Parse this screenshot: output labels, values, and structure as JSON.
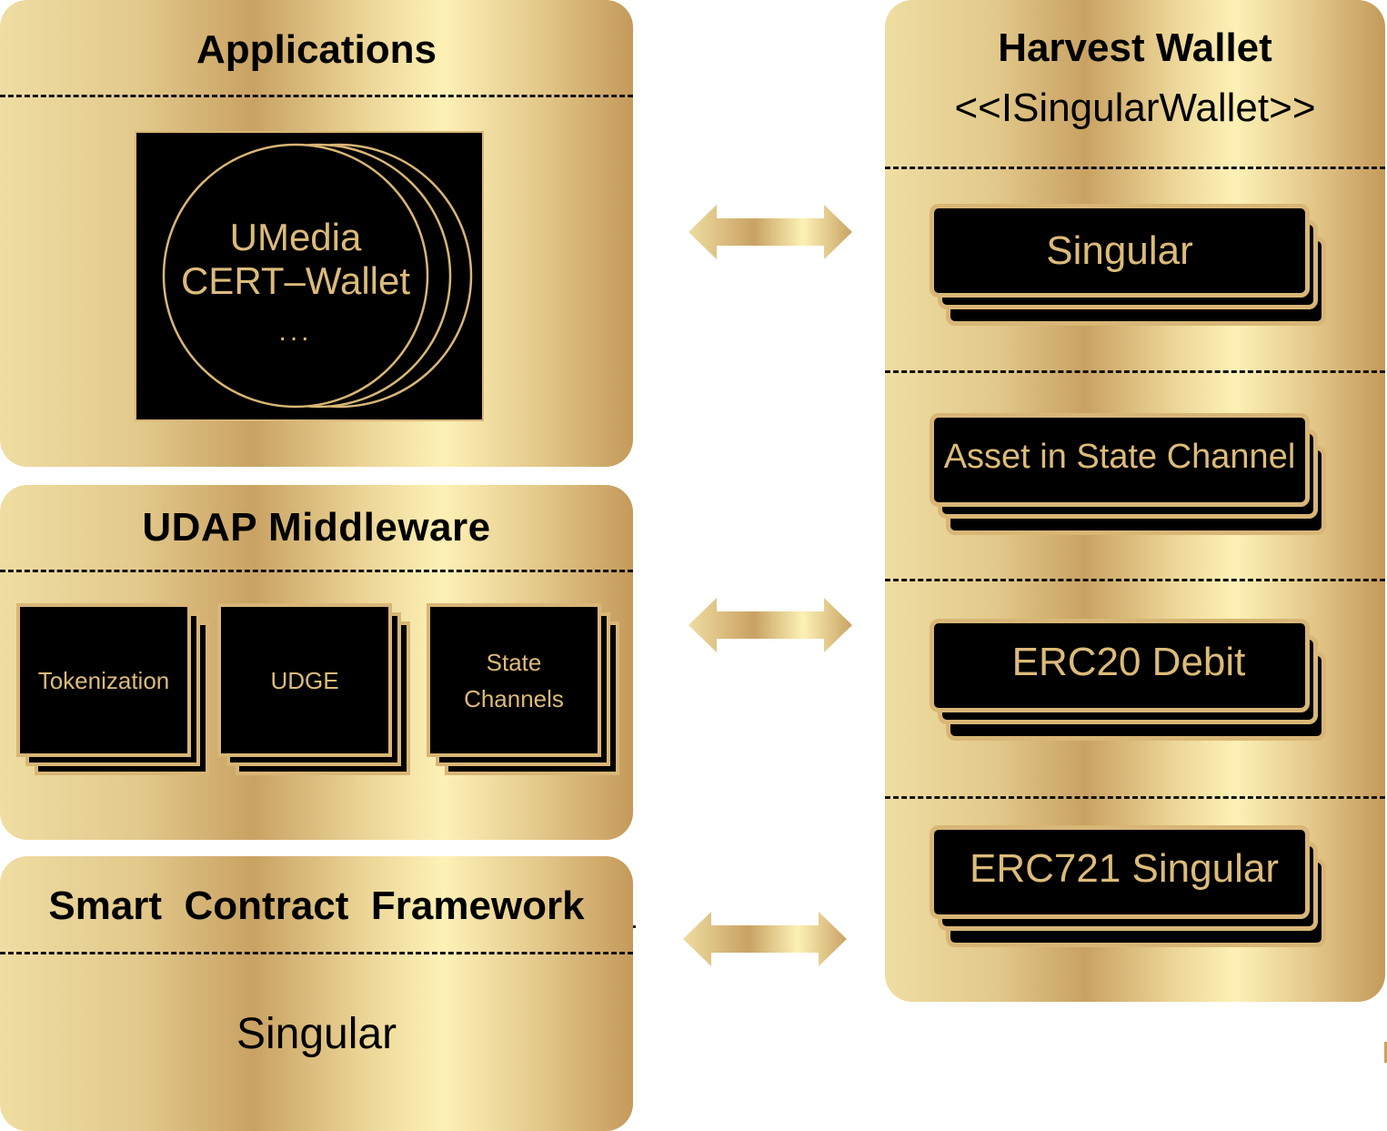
{
  "colors": {
    "panel_gradient": [
      "#efdda2",
      "#c9a263",
      "#fdf1b6",
      "#c49a5a"
    ],
    "box_fill": "#000000",
    "box_border": "#d8b676",
    "box_text": "#dcbb7a",
    "dash": "#111111"
  },
  "applications": {
    "title": "Applications",
    "items": [
      "UMedia",
      "CERT–Wallet",
      "..."
    ]
  },
  "middleware": {
    "title": "UDAP Middleware",
    "modules": [
      {
        "line1": "Tokenization",
        "line2": ""
      },
      {
        "line1": "UDGE",
        "line2": ""
      },
      {
        "line1": "State",
        "line2": "Channels"
      }
    ]
  },
  "smart_contract": {
    "title": "Smart  Contract  Framework",
    "content": "Singular"
  },
  "wallet": {
    "title": "Harvest Wallet",
    "interface": "<<ISingularWallet>>",
    "components": [
      "Singular",
      "Asset in State Channel",
      "ERC20 Debit",
      "ERC721 Singular"
    ]
  },
  "connectors": [
    {
      "from": "applications",
      "to": "wallet",
      "type": "bidirectional-arrow"
    },
    {
      "from": "middleware",
      "to": "wallet",
      "type": "bidirectional-arrow"
    },
    {
      "from": "smart_contract",
      "to": "wallet",
      "type": "bidirectional-arrow"
    }
  ]
}
